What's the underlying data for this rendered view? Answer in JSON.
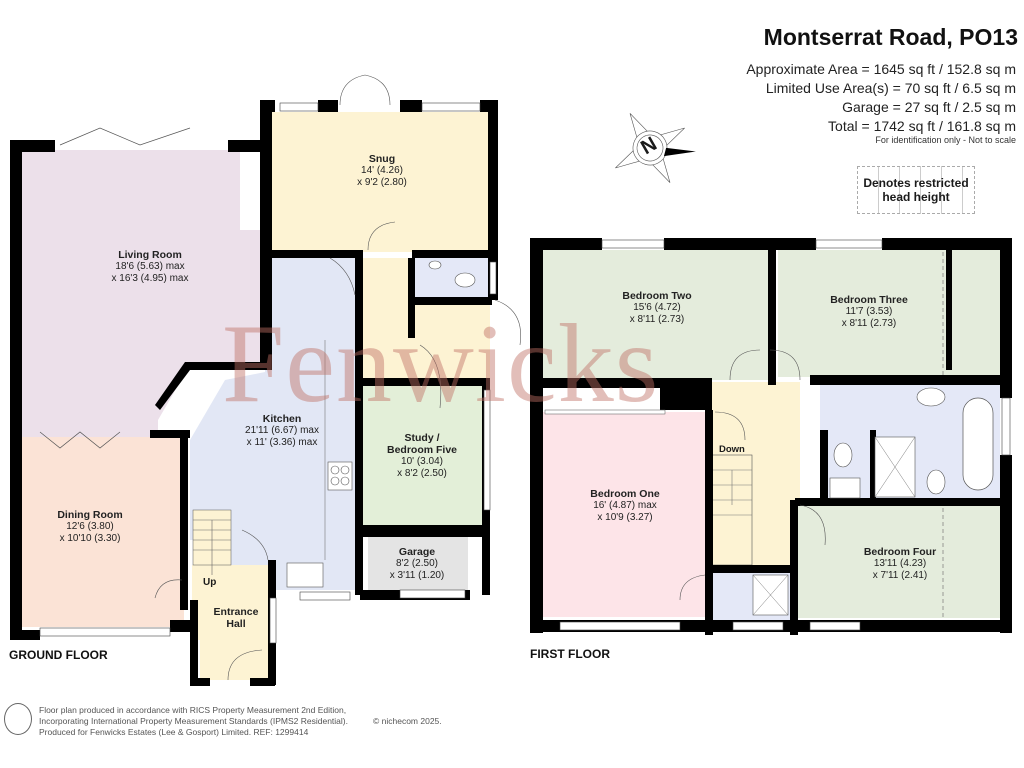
{
  "header": {
    "title": "Montserrat Road, PO13",
    "areas": [
      "Approximate Area = 1645 sq ft / 152.8 sq m",
      "Limited Use Area(s) = 70 sq ft / 6.5 sq m",
      "Garage = 27 sq ft / 2.5 sq m",
      "Total = 1742 sq ft / 161.8 sq m"
    ],
    "note": "For identification only - Not to scale"
  },
  "legend": {
    "line1": "Denotes restricted",
    "line2": "head height"
  },
  "compass": {
    "label": "N"
  },
  "watermark": "Fenwicks",
  "floors": {
    "ground": {
      "label": "GROUND FLOOR",
      "rooms": [
        {
          "name": "Living Room",
          "dim1": "18'6 (5.63) max",
          "dim2": "x 16'3 (4.95) max"
        },
        {
          "name": "Snug",
          "dim1": "14' (4.26)",
          "dim2": "x 9'2 (2.80)"
        },
        {
          "name": "Kitchen",
          "dim1": "21'11 (6.67) max",
          "dim2": "x 11' (3.36) max"
        },
        {
          "name": "Study /",
          "name2": "Bedroom Five",
          "dim1": "10' (3.04)",
          "dim2": "x 8'2 (2.50)"
        },
        {
          "name": "Dining Room",
          "dim1": "12'6 (3.80)",
          "dim2": "x 10'10 (3.30)"
        },
        {
          "name": "Garage",
          "dim1": "8'2 (2.50)",
          "dim2": "x 3'11 (1.20)"
        },
        {
          "name": "Entrance",
          "name2": "Hall"
        }
      ],
      "stairs_label": "Up"
    },
    "first": {
      "label": "FIRST FLOOR",
      "rooms": [
        {
          "name": "Bedroom Two",
          "dim1": "15'6 (4.72)",
          "dim2": "x 8'11 (2.73)"
        },
        {
          "name": "Bedroom Three",
          "dim1": "11'7 (3.53)",
          "dim2": "x 8'11 (2.73)"
        },
        {
          "name": "Bedroom One",
          "dim1": "16' (4.87) max",
          "dim2": "x 10'9 (3.27)"
        },
        {
          "name": "Bedroom Four",
          "dim1": "13'11 (4.23)",
          "dim2": "x 7'11 (2.41)"
        }
      ],
      "stairs_label": "Down"
    }
  },
  "footer": {
    "lines": [
      "Floor plan produced in accordance with RICS Property Measurement 2nd Edition,",
      "Incorporating International Property Measurement Standards (IPMS2 Residential).",
      "Produced for Fenwicks Estates (Lee & Gosport) Limited.   REF:  1299414"
    ],
    "copyright": "© nichecom 2025."
  },
  "colors": {
    "living": "#ece0ea",
    "snug": "#fdf3d3",
    "kitchen": "#e2e7f5",
    "study": "#e3efd8",
    "dining": "#fbe3d6",
    "garage": "#e4e4e4",
    "hall": "#fdf3d3",
    "bedroom_one": "#fde4e8",
    "bedroom_green": "#e4ecdc",
    "bath": "#e4e8f7",
    "wall": "#000000"
  }
}
